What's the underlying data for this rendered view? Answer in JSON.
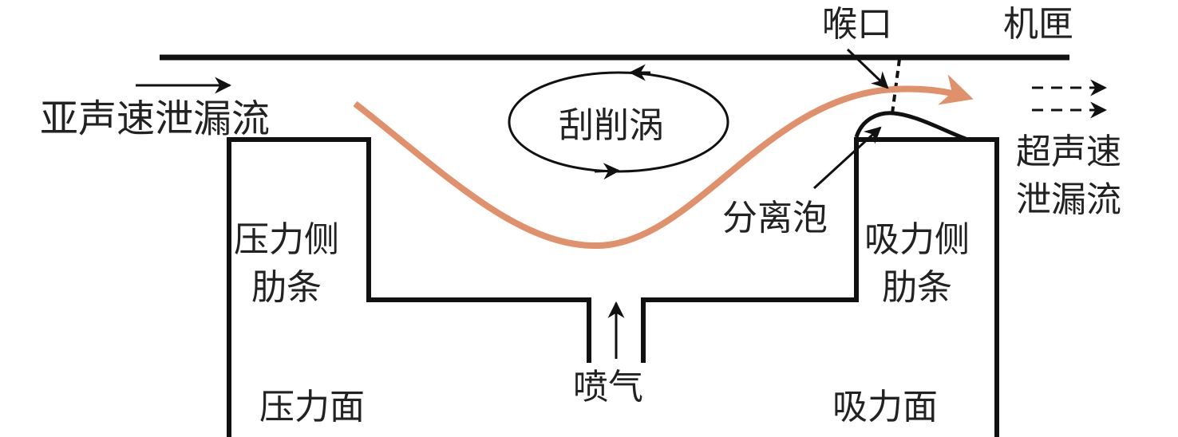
{
  "labels": {
    "throat": "喉口",
    "casing": "机匣",
    "subsonic_leakage": "亚声速泄漏流",
    "scraping_vortex": "刮削涡",
    "supersonic_line1": "超声速",
    "supersonic_line2": "泄漏流",
    "separation_bubble": "分离泡",
    "suction_rib_line1": "吸力侧",
    "suction_rib_line2": "肋条",
    "pressure_rib_line1": "压力侧",
    "pressure_rib_line2": "肋条",
    "jet": "喷气",
    "pressure_surface": "压力面",
    "suction_surface": "吸力面"
  },
  "colors": {
    "leakage_flow": "#e0906a",
    "outline": "#111111"
  }
}
